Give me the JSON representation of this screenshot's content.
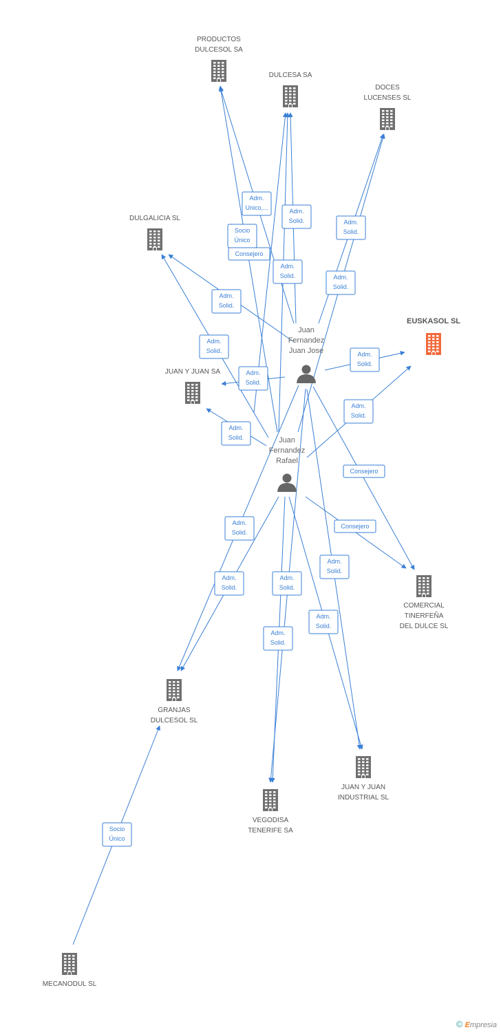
{
  "colors": {
    "edge": "#3a7fd5",
    "company": "#707070",
    "focus": "#f26a3b",
    "person": "#666666"
  },
  "nodes": [
    {
      "id": "productos",
      "kind": "company",
      "lines": [
        "PRODUCTOS",
        "DULCESOL SA"
      ]
    },
    {
      "id": "dulcesa",
      "kind": "company",
      "lines": [
        "DULCESA SA"
      ]
    },
    {
      "id": "doces",
      "kind": "company",
      "lines": [
        "DOCES",
        "LUCENSES SL"
      ]
    },
    {
      "id": "dulgalicia",
      "kind": "company",
      "lines": [
        "DULGALICIA SL"
      ]
    },
    {
      "id": "euskasol",
      "kind": "focus",
      "lines": [
        "EUSKASOL SL"
      ]
    },
    {
      "id": "juanyjuan",
      "kind": "company",
      "lines": [
        "JUAN Y JUAN SA"
      ]
    },
    {
      "id": "comercial",
      "kind": "company",
      "lines": [
        "COMERCIAL",
        "TINERFEÑA",
        "DEL DULCE SL"
      ]
    },
    {
      "id": "granjas",
      "kind": "company",
      "lines": [
        "GRANJAS",
        "DULCESOL SL"
      ]
    },
    {
      "id": "jjindustrial",
      "kind": "company",
      "lines": [
        "JUAN Y JUAN",
        "INDUSTRIAL SL"
      ]
    },
    {
      "id": "vegodisa",
      "kind": "company",
      "lines": [
        "VEGODISA",
        "TENERIFE SA"
      ]
    },
    {
      "id": "mecanodul",
      "kind": "company",
      "lines": [
        "MECANODUL SL"
      ]
    },
    {
      "id": "juanjose",
      "kind": "person",
      "lines": [
        "Juan",
        "Fernandez",
        "Juan Jose"
      ]
    },
    {
      "id": "rafael",
      "kind": "person",
      "lines": [
        "Juan",
        "Fernandez",
        "Rafael"
      ]
    }
  ],
  "edges": [
    {
      "from": "juanjose",
      "to": "productos",
      "label": [
        "Adm.",
        "Unico,..."
      ]
    },
    {
      "from": "rafael",
      "to": "productos",
      "label": [
        "Socio",
        "Único"
      ]
    },
    {
      "from": "juanjose",
      "to": "dulcesa",
      "label": [
        "Adm.",
        "Solid."
      ]
    },
    {
      "from": "rafael",
      "to": "dulcesa",
      "label": [
        "Adm.",
        "Solid."
      ]
    },
    {
      "from": "juanjose",
      "to": "doces",
      "label": [
        "Adm.",
        "Solid."
      ]
    },
    {
      "from": "rafael",
      "to": "doces",
      "label": [
        "Adm.",
        "Solid."
      ]
    },
    {
      "from": "juanjose",
      "to": "dulgalicia",
      "label": [
        "Adm.",
        "Solid."
      ]
    },
    {
      "from": "rafael",
      "to": "dulgalicia",
      "label": [
        "Adm.",
        "Solid."
      ]
    },
    {
      "from": "juanjose",
      "to": "euskasol",
      "label": [
        "Adm.",
        "Solid."
      ]
    },
    {
      "from": "rafael",
      "to": "euskasol",
      "label": [
        "Adm.",
        "Solid."
      ]
    },
    {
      "from": "juanjose",
      "to": "juanyjuan",
      "label": [
        "Adm.",
        "Solid."
      ]
    },
    {
      "from": "rafael",
      "to": "juanyjuan",
      "label": [
        "Adm.",
        "Solid."
      ]
    },
    {
      "from": "rafael",
      "to": "dulcesa",
      "label": [
        "Consejero"
      ]
    },
    {
      "from": "juanjose",
      "to": "comercial",
      "label": [
        "Consejero"
      ]
    },
    {
      "from": "rafael",
      "to": "comercial",
      "label": [
        "Consejero"
      ]
    },
    {
      "from": "juanjose",
      "to": "granjas",
      "label": [
        "Adm.",
        "Solid."
      ]
    },
    {
      "from": "rafael",
      "to": "granjas",
      "label": [
        "Adm.",
        "Solid."
      ]
    },
    {
      "from": "juanjose",
      "to": "vegodisa",
      "label": [
        "Adm.",
        "Solid."
      ]
    },
    {
      "from": "rafael",
      "to": "vegodisa",
      "label": [
        "Adm.",
        "Solid."
      ]
    },
    {
      "from": "juanjose",
      "to": "jjindustrial",
      "label": [
        "Adm.",
        "Solid."
      ]
    },
    {
      "from": "rafael",
      "to": "jjindustrial",
      "label": [
        "Adm.",
        "Solid."
      ]
    },
    {
      "from": "mecanodul",
      "to": "granjas",
      "label": [
        "Socio",
        "Único"
      ]
    }
  ],
  "brand": {
    "copyright": "©",
    "first": "E",
    "rest": "mpresia"
  }
}
